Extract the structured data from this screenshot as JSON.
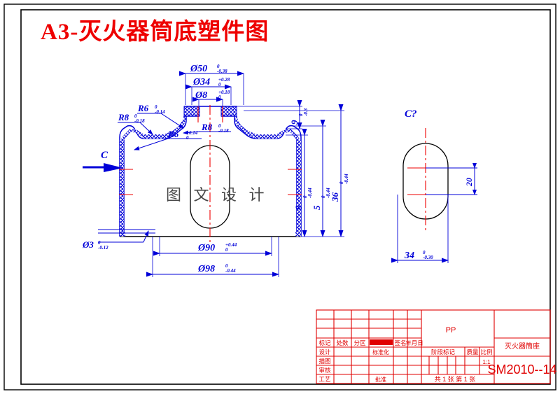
{
  "sheet": {
    "title": "A3-灭火器筒底塑件图",
    "title_color": "#ee0000",
    "line_color": "#0000d8",
    "part_color": "#000000",
    "center_color": "#ee0000",
    "watermark": "图 文 设 计"
  },
  "section_marks": {
    "left_label": "C",
    "right_label": "C?"
  },
  "dimensions": {
    "top": [
      {
        "name": "dia50",
        "value": "Ø50",
        "tol_up": "0",
        "tol_low": "0.38",
        "sign_up": "",
        "sign_low": "-"
      },
      {
        "name": "dia34",
        "value": "Ø34",
        "tol_up": "0.28",
        "tol_low": "0",
        "sign_up": "+",
        "sign_low": ""
      },
      {
        "name": "dia8",
        "value": "Ø8",
        "tol_up": "0.18",
        "tol_low": "0",
        "sign_up": "+",
        "sign_low": ""
      }
    ],
    "radii": [
      {
        "name": "r6-top",
        "value": "R6",
        "tol_up": "0",
        "tol_low": "0.14",
        "sign_up": "",
        "sign_low": "-"
      },
      {
        "name": "r8-left",
        "value": "R8",
        "tol_up": "0",
        "tol_low": "0.18",
        "sign_up": "",
        "sign_low": "-"
      },
      {
        "name": "r8-right",
        "value": "R8",
        "tol_up": "0",
        "tol_low": "0.18",
        "sign_up": "",
        "sign_low": "-"
      },
      {
        "name": "r6-lower",
        "value": "R6",
        "tol_up": "0.14",
        "tol_low": "0",
        "sign_up": "+",
        "sign_low": ""
      }
    ],
    "vertical": [
      {
        "name": "v9",
        "value": "9",
        "tol_up": "0",
        "tol_low": "0.3",
        "sign_up": "",
        "sign_low": "-"
      },
      {
        "name": "v8",
        "value": "8",
        "tol_up": "0",
        "tol_low": "0.44",
        "sign_up": "",
        "sign_low": "-"
      },
      {
        "name": "v5",
        "value": "5",
        "tol_up": "0",
        "tol_low": "0.44",
        "sign_up": "",
        "sign_low": "-"
      },
      {
        "name": "v36",
        "value": "36",
        "tol_up": "0",
        "tol_low": "0.44",
        "sign_up": "",
        "sign_low": "-"
      }
    ],
    "bottom": [
      {
        "name": "dia3",
        "value": "Ø3",
        "tol_up": "0",
        "tol_low": "0.12",
        "sign_up": "",
        "sign_low": "-"
      },
      {
        "name": "dia90",
        "value": "Ø90",
        "tol_up": "0.44",
        "tol_low": "0",
        "sign_up": "+",
        "sign_low": ""
      },
      {
        "name": "dia98",
        "value": "Ø98",
        "tol_up": "0",
        "tol_low": "0.44",
        "sign_up": "",
        "sign_low": "-"
      }
    ],
    "side_view": [
      {
        "name": "sv20",
        "value": "20",
        "tol_up": "",
        "tol_low": "",
        "sign_up": "",
        "sign_low": ""
      },
      {
        "name": "sv34",
        "value": "34",
        "tol_up": "0",
        "tol_low": "0.30",
        "sign_up": "",
        "sign_low": "-"
      }
    ]
  },
  "title_block": {
    "material": "PP",
    "part_name": "灭火器筒座",
    "drawing_number": "SM2010--14",
    "scale_value": "1:1",
    "sheet_count": "共 1 张  第 1 张",
    "header_row": [
      "标记",
      "处数",
      "分区",
      "",
      "签名",
      "年月日"
    ],
    "left_rows": [
      {
        "label": "设计",
        "mid_label": "标准化"
      },
      {
        "label": "描图",
        "mid_label": ""
      },
      {
        "label": "审核",
        "mid_label": ""
      },
      {
        "label": "工艺",
        "mid_label": "批准"
      }
    ],
    "mid_headers": [
      "阶段标记",
      "质量",
      "比例"
    ]
  }
}
